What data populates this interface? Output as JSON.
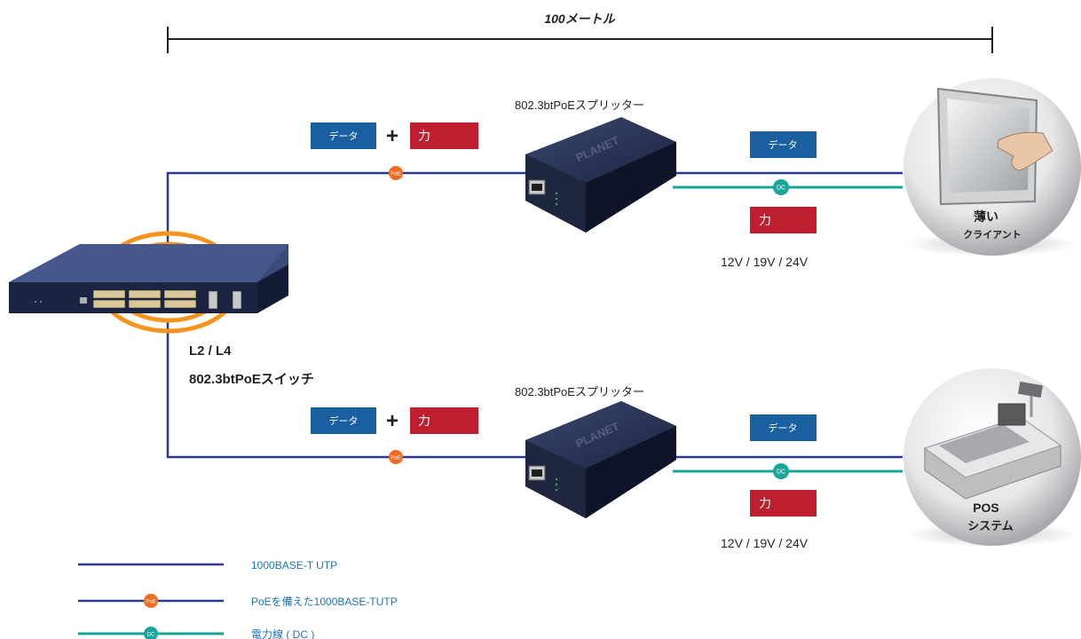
{
  "distance": {
    "label": "100メートル"
  },
  "switch": {
    "line1": "L2 / L4",
    "line2": "802.3btPoEスイッチ"
  },
  "splitters": [
    {
      "title": "802.3btPoEスプリッター",
      "brand": "PLANET"
    },
    {
      "title": "802.3btPoEスプリッター",
      "brand": "PLANET"
    }
  ],
  "badges": {
    "data": "データ",
    "power": "力",
    "plus": "+",
    "poe": "PoE",
    "dc": "DC"
  },
  "voltage": "12V / 19V / 24V",
  "devices": {
    "thin_client": {
      "line1": "薄い",
      "line2": "クライアント"
    },
    "pos": {
      "line1": "POS",
      "line2": "システム"
    }
  },
  "legend": [
    {
      "label": "1000BASE-T UTP",
      "marker": ""
    },
    {
      "label": "PoEを備えた1000BASE-TUTP",
      "marker": "PoE"
    },
    {
      "label": "電力線 ( DC )",
      "marker": "DC"
    }
  ],
  "colors": {
    "data_blue": "#1a5fa0",
    "power_red": "#be1e2d",
    "utp_line": "#2b3990",
    "dc_line": "#1aa59a",
    "poe_orange": "#f26b21",
    "legend_text": "#1b75bc",
    "ring_orange": "#f7941d"
  }
}
